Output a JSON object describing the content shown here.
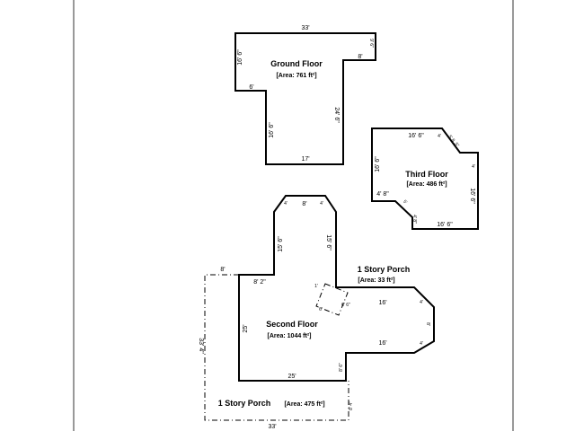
{
  "plan": {
    "ground": {
      "name": "Ground Floor",
      "area": "[Area: 761 ft²]",
      "dims": {
        "top": "33'",
        "left": "16' 6\"",
        "notch_short": "6'",
        "stem_left": "16' 6\"",
        "bottom": "17'",
        "right_lower": "24' 6\"",
        "right_step": "8'",
        "right_upper": "9' 6\""
      }
    },
    "third": {
      "name": "Third Floor",
      "area": "[Area: 486 ft²]",
      "dims": {
        "top": "16' 6\"",
        "left": "16' 6\"",
        "right": "16' 6\"",
        "bottom": "16' 6\"",
        "step_lower_left": "4' 8\"",
        "chamfer_top_right": "5' 8 .5\"",
        "step_right": "4'",
        "chamfer_a": "4'",
        "chamfer_b": "5'",
        "chamfer_c": "4' 8\""
      }
    },
    "second": {
      "name": "Second Floor",
      "area": "[Area: 1044 ft²]",
      "dims": {
        "top": "8'",
        "left_upper": "15' 6\"",
        "right_upper": "15' 6\"",
        "step": "8' 2\"",
        "left": "25'",
        "bottom": "25'",
        "right_top_extension": "16'",
        "right_bottom_extension": "16'",
        "notch": "8' 6\"",
        "chamfer_left": "4'",
        "chamfer_right": "4'",
        "bay_a": "4'",
        "bay_b": "8'",
        "bay_c": "4'",
        "corner_a": "1'",
        "corner_b": "6'",
        "corner_c": "6' 6\""
      }
    },
    "porch_small": {
      "name": "1 Story Porch",
      "area": "[Area: 33 ft²]"
    },
    "porch_large": {
      "name": "1 Story Porch",
      "area": "[Area: 475 ft²]",
      "dims": {
        "top": "8'",
        "left": "33' 4\"",
        "bottom": "33'",
        "right_corner": "8' 4\""
      }
    }
  }
}
